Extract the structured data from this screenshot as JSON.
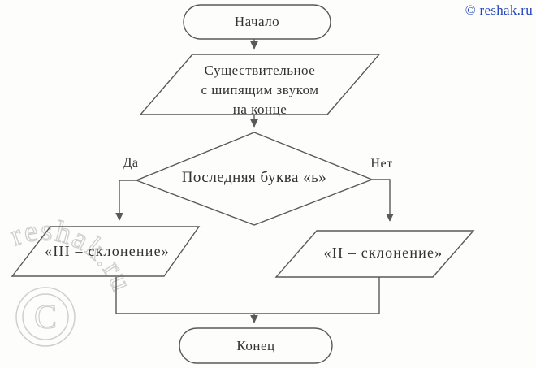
{
  "page": {
    "background_color": "#fdfdfc",
    "line_color": "#5b5954",
    "text_color": "#34322d"
  },
  "credit": {
    "label": "© reshak.ru",
    "color": "#2446bb"
  },
  "flowchart": {
    "start": {
      "label": "Начало",
      "shape": "terminator"
    },
    "input": {
      "label": "Существительное\nс шипящим звуком\nна конце",
      "shape": "parallelogram"
    },
    "decision": {
      "label": "Последняя буква «ь»",
      "shape": "diamond"
    },
    "branch_yes": {
      "label": "Да"
    },
    "branch_no": {
      "label": "Нет"
    },
    "result_yes": {
      "label": "«III – склонение»",
      "shape": "parallelogram"
    },
    "result_no": {
      "label": "«II – склонение»",
      "shape": "parallelogram"
    },
    "end": {
      "label": "Конец",
      "shape": "terminator"
    }
  },
  "watermark": {
    "arc_text": "reshak.ru",
    "symbol": "C",
    "color": "#cfcfcf"
  }
}
